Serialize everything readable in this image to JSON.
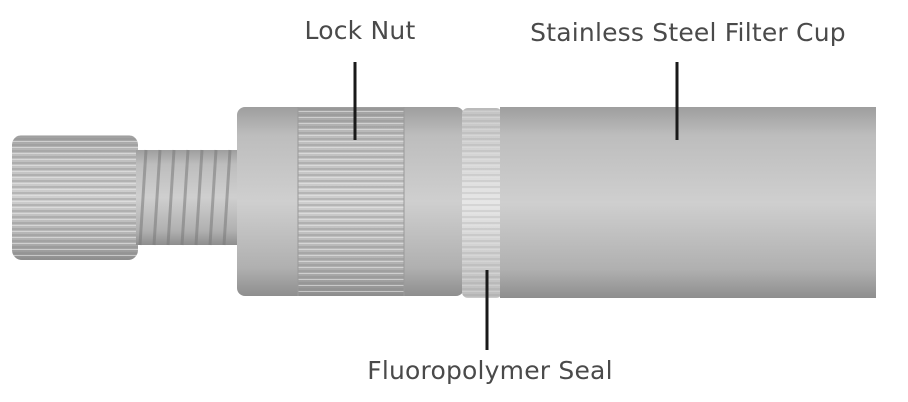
{
  "labels": {
    "lock_nut": "Lock Nut",
    "filter_cup": "Stainless Steel Filter Cup",
    "seal": "Fluoropolymer Seal"
  },
  "colors": {
    "body": "#b5b5b5",
    "seal": "#d4d4d4",
    "leader": "#1a1a1a",
    "text": "#4a4a4a"
  }
}
